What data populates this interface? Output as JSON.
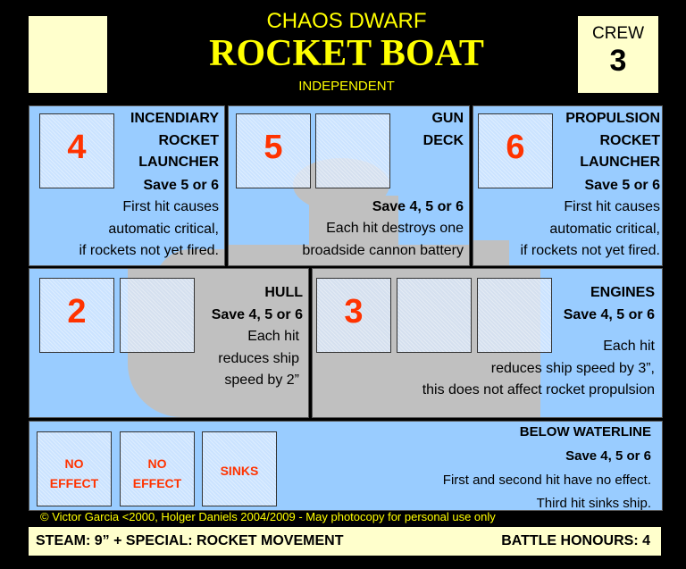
{
  "header": {
    "subtitle": "CHAOS DWARF",
    "title": "ROCKET BOAT",
    "faction": "INDEPENDENT",
    "crew_label": "CREW",
    "crew_value": "3"
  },
  "locations": [
    {
      "name": [
        "INCENDIARY",
        "ROCKET",
        "LAUNCHER"
      ],
      "save": "Save  5 or 6",
      "effect": [
        "First hit causes",
        "automatic critical,",
        "if rockets not yet fired."
      ],
      "boxes": [
        "4"
      ]
    },
    {
      "name": [
        "GUN",
        "DECK"
      ],
      "save": "Save 4, 5 or 6",
      "effect": [
        "Each hit destroys one",
        "broadside cannon battery"
      ],
      "boxes": [
        "5",
        ""
      ]
    },
    {
      "name": [
        "PROPULSION",
        "ROCKET",
        "LAUNCHER"
      ],
      "save": "Save  5 or 6",
      "effect": [
        "First hit causes",
        "automatic critical,",
        "if rockets not yet fired."
      ],
      "boxes": [
        "6"
      ]
    },
    {
      "name": [
        "HULL"
      ],
      "save": "Save 4, 5 or 6",
      "effect": [
        "Each hit",
        "reduces  ship",
        "speed by 2”"
      ],
      "boxes": [
        "2",
        ""
      ]
    },
    {
      "name": [
        "ENGINES"
      ],
      "save": "Save 4, 5 or 6",
      "effect": [
        "Each hit",
        "reduces  ship speed by 3”,",
        "this does not affect rocket propulsion"
      ],
      "boxes": [
        "3",
        "",
        ""
      ]
    },
    {
      "name": [
        "BELOW WATERLINE"
      ],
      "save": "Save 4, 5 or 6",
      "effect": [
        "First and second hit have no effect.",
        "Third hit sinks ship."
      ],
      "boxes": [
        [
          "NO",
          "EFFECT"
        ],
        [
          "NO",
          "EFFECT"
        ],
        [
          "SINKS"
        ]
      ]
    }
  ],
  "copyright": "© Victor Garcia <2000, Holger Daniels 2004/2009  -  May photocopy for personal use only",
  "footer": {
    "movement": "STEAM: 9”  + SPECIAL: ROCKET MOVEMENT",
    "honours": "BATTLE HONOURS: 4"
  }
}
